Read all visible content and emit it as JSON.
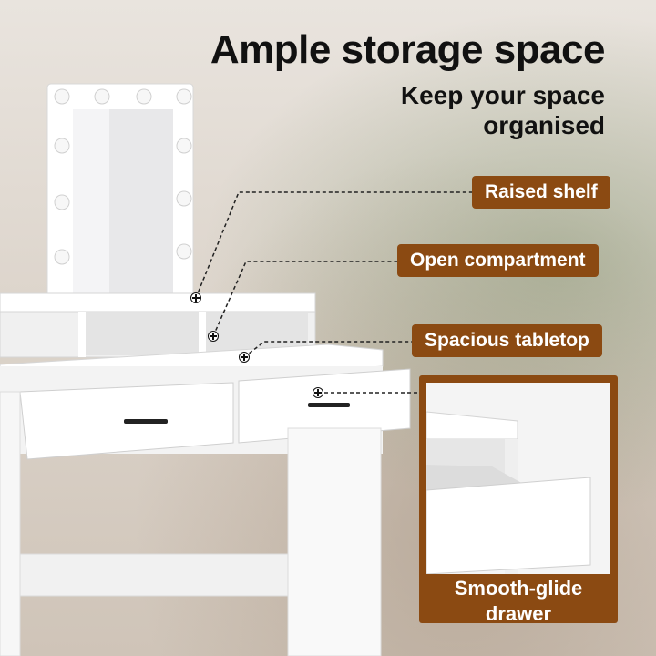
{
  "heading": {
    "title": "Ample storage space",
    "subtitle": "Keep your space organised"
  },
  "callouts": [
    {
      "label": "Raised shelf"
    },
    {
      "label": "Open compartment"
    },
    {
      "label": "Spacious tabletop"
    },
    {
      "label": "Smooth-glide drawer"
    }
  ],
  "inset": {
    "caption_line1": "Smooth-glide",
    "caption_line2": "drawer"
  },
  "colors": {
    "label_bg": "#8b4a12",
    "label_text": "#ffffff",
    "furniture": "#ffffff",
    "background": "#ddd5cc"
  }
}
